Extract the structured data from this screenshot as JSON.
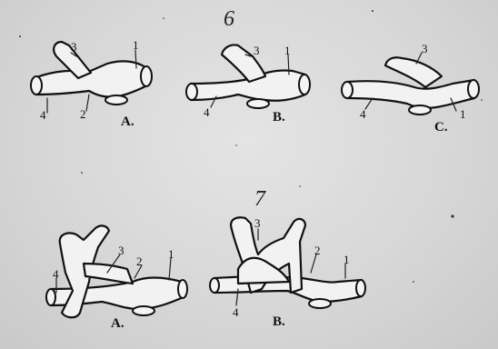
{
  "panels": {
    "top_mark": "6",
    "bottom_mark": "7"
  },
  "top_row": [
    {
      "caption": "A.",
      "labels": {
        "one": "1",
        "two": "2",
        "three": "3",
        "four": "4"
      }
    },
    {
      "caption": "B.",
      "labels": {
        "one": "1",
        "three": "3",
        "four": "4"
      }
    },
    {
      "caption": "C.",
      "labels": {
        "one": "1",
        "three": "3",
        "four": "4"
      }
    }
  ],
  "bottom_row": [
    {
      "caption": "A.",
      "labels": {
        "one": "1",
        "two": "2",
        "three": "3",
        "four": "4"
      }
    },
    {
      "caption": "B.",
      "labels": {
        "one": "1",
        "two": "2",
        "three": "3",
        "four": "4"
      }
    }
  ]
}
